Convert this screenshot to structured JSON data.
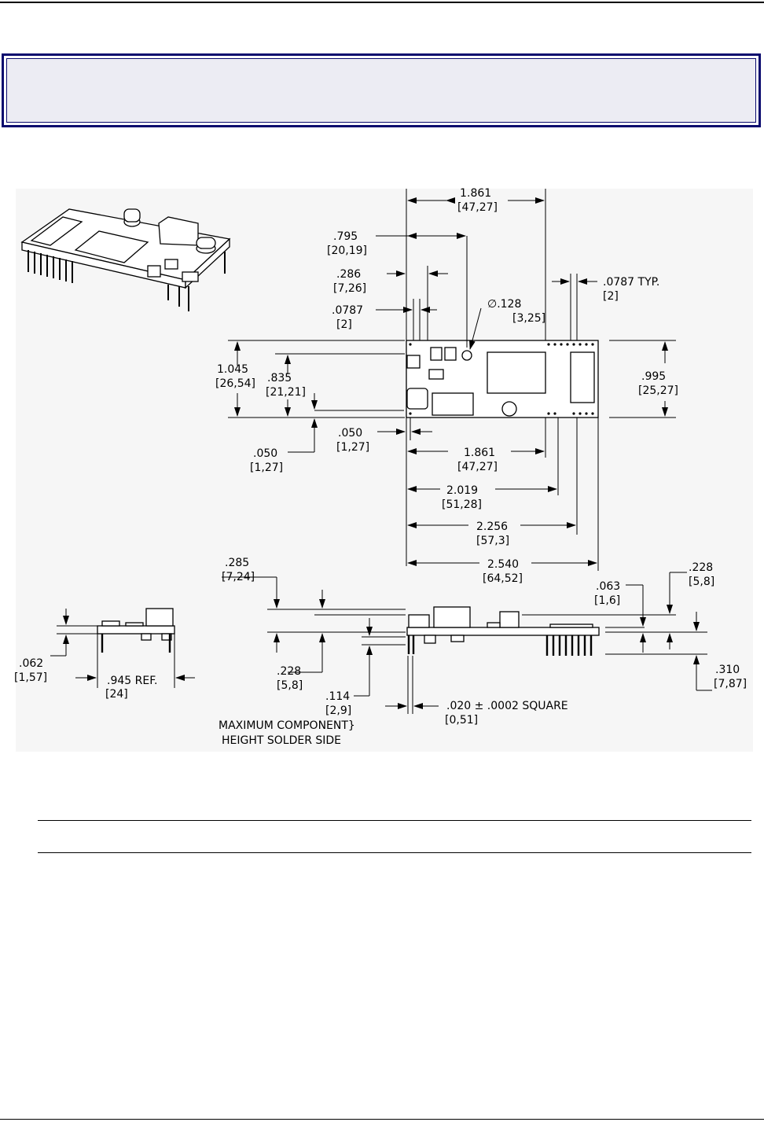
{
  "top_view_dims": {
    "d1861a": ".861",
    "d1861a_pre": "1",
    "d1861a_mm": "[47,27]",
    "d795": ".795",
    "d795_mm": "[20,19]",
    "d286": ".286",
    "d286_mm": "[7,26]",
    "d0787": ".0787",
    "d0787_mm": "[2]",
    "d0787typ": ".0787 TYP.",
    "d0787typ_mm": "[2]",
    "hole": "∅.128",
    "hole_mm": "[3,25]",
    "d1045": "1.045",
    "d1045_mm": "[26,54]",
    "d835": ".835",
    "d835_mm": "[21,21]",
    "d995": ".995",
    "d995_mm": "[25,27]",
    "d050a": ".050",
    "d050a_mm": "[1,27]",
    "d050b": ".050",
    "d050b_mm": "[1,27]",
    "d1861b": "1.861",
    "d1861b_mm": "[47,27]",
    "d2019": "2.019",
    "d2019_mm": "[51,28]",
    "d2256": "2.256",
    "d2256_mm": "[57,3]",
    "d2540": "2.540",
    "d2540_mm": "[64,52]"
  },
  "side_view_dims": {
    "d285": ".285",
    "d285_mm": "[7,24]",
    "d063": ".063",
    "d063_mm": "[1,6]",
    "d228r": ".228",
    "d228r_mm": "[5,8]",
    "d062": ".062",
    "d062_mm": "[1,57]",
    "d945": ".945 REF.",
    "d945_mm": "[24]",
    "d228l": ".228",
    "d228l_mm": "[5,8]",
    "d310": ".310",
    "d310_mm": "[7,87]",
    "d114": ".114",
    "d114_mm": "[2,9]",
    "d020": ".020  ±  .0002 SQUARE",
    "d020_mm": "[0,51]",
    "note1": "MAXIMUM COMPONENT}",
    "note2": "HEIGHT SOLDER SIDE"
  }
}
